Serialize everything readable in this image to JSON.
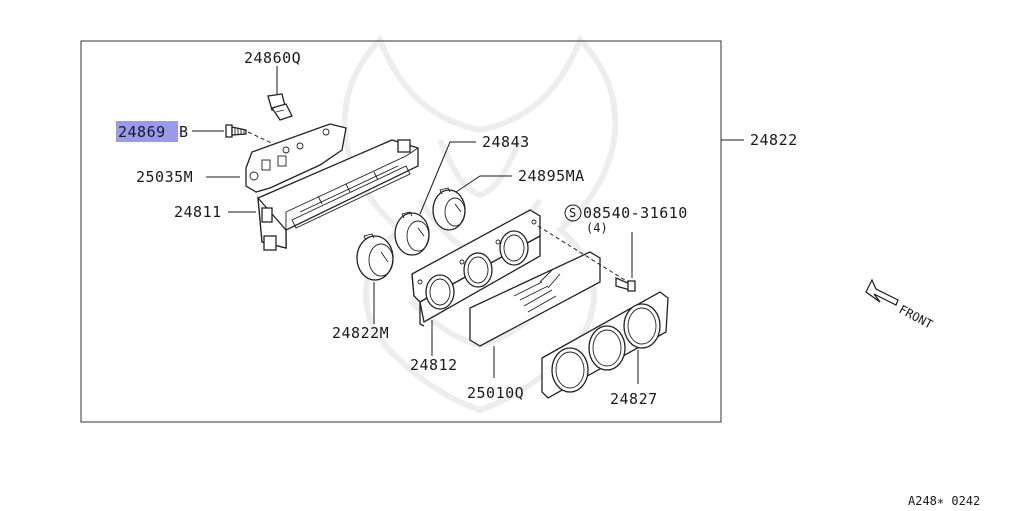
{
  "parts": {
    "p24860Q": "24860Q",
    "p24869B_num": "24869",
    "p24869B_suffix": "B",
    "p25035M": "25035M",
    "p24811": "24811",
    "p24843": "24843",
    "p24895MA": "24895MA",
    "p24822": "24822",
    "p08540_num": "08540-31610",
    "p08540_qty": "(4)",
    "p08540_prefix": "S",
    "p24822M": "24822M",
    "p24812": "24812",
    "p25010Q": "25010Q",
    "p24827": "24827"
  },
  "front_label": "FRONT",
  "diagram_code": "A248∗ 0242",
  "colors": {
    "highlight": "#9999ee",
    "ink": "#1a1a1a",
    "border": "#333333"
  }
}
